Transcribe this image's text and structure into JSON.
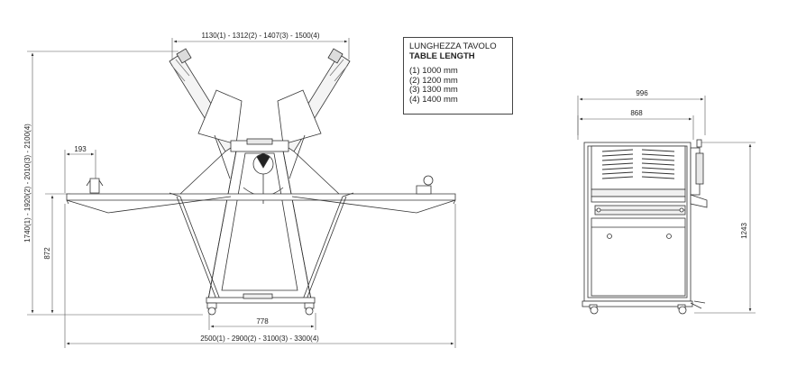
{
  "legend": {
    "title_it": "LUNGHEZZA TAVOLO",
    "title_en": "TABLE LENGTH",
    "items": [
      "(1) 1000 mm",
      "(2) 1200 mm",
      "(3) 1300 mm",
      "(4) 1400 mm"
    ]
  },
  "front_view": {
    "top_span": "1130(1) - 1312(2) - 1407(3) - 1500(4)",
    "overall_height": "1740(1) - 1920(2) - 2010(3) - 2100(4)",
    "side_offset": "193",
    "table_height": "872",
    "base_width": "778",
    "overall_length": "2500(1) - 2900(2) - 3100(3) - 3300(4)"
  },
  "side_view": {
    "outer_depth": "996",
    "inner_depth": "868",
    "height": "1243"
  }
}
